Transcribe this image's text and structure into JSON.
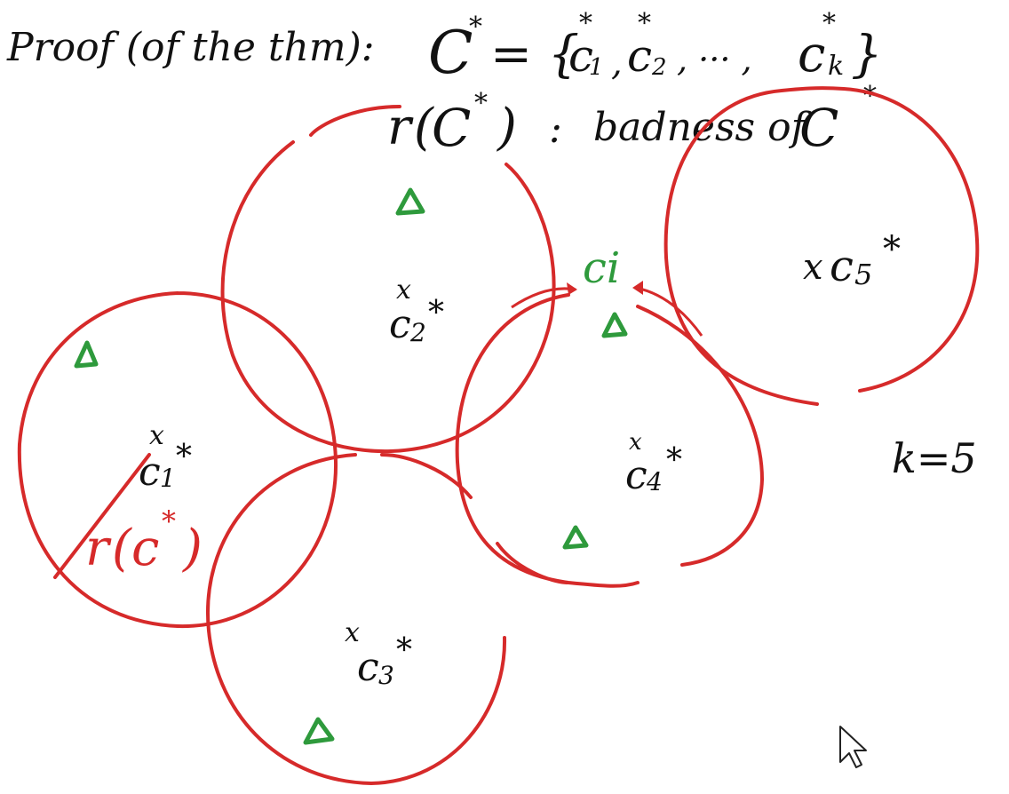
{
  "header": {
    "proof_label": "Proof (of the thm):",
    "set_name": "C",
    "set_eq": "= {",
    "c1": "c",
    "sub1": "1",
    "comma1": ",",
    "c2": "c",
    "sub2": "2",
    "comma2": ", ··· ,",
    "ck": "c",
    "subk": "k",
    "set_close": "}",
    "star": "*"
  },
  "badness_line": {
    "r": "r",
    "lparen": "(",
    "set_name": "C",
    "rparen": ")",
    "colon": ":",
    "text": "badness of",
    "set_name2": "C",
    "star": "*"
  },
  "centers": [
    {
      "base": "c",
      "sub": "1",
      "star": "*",
      "mark": "x"
    },
    {
      "base": "c",
      "sub": "2",
      "star": "*",
      "mark": "x"
    },
    {
      "base": "c",
      "sub": "3",
      "star": "*",
      "mark": "x"
    },
    {
      "base": "c",
      "sub": "4",
      "star": "*",
      "mark": "x"
    },
    {
      "base": "c",
      "sub": "5",
      "star": "*",
      "mark": "x"
    }
  ],
  "radius_label": {
    "r": "r",
    "lparen": "(",
    "c": "c",
    "star": "*",
    "rparen": ")"
  },
  "point_label": "ci",
  "k_label": "k=5",
  "colors": {
    "circles": "#d62a2a",
    "points": "#2e9a3c",
    "ink": "#111111"
  },
  "icons": {
    "point": "triangle-icon",
    "cursor": "cursor-arrow-icon"
  }
}
